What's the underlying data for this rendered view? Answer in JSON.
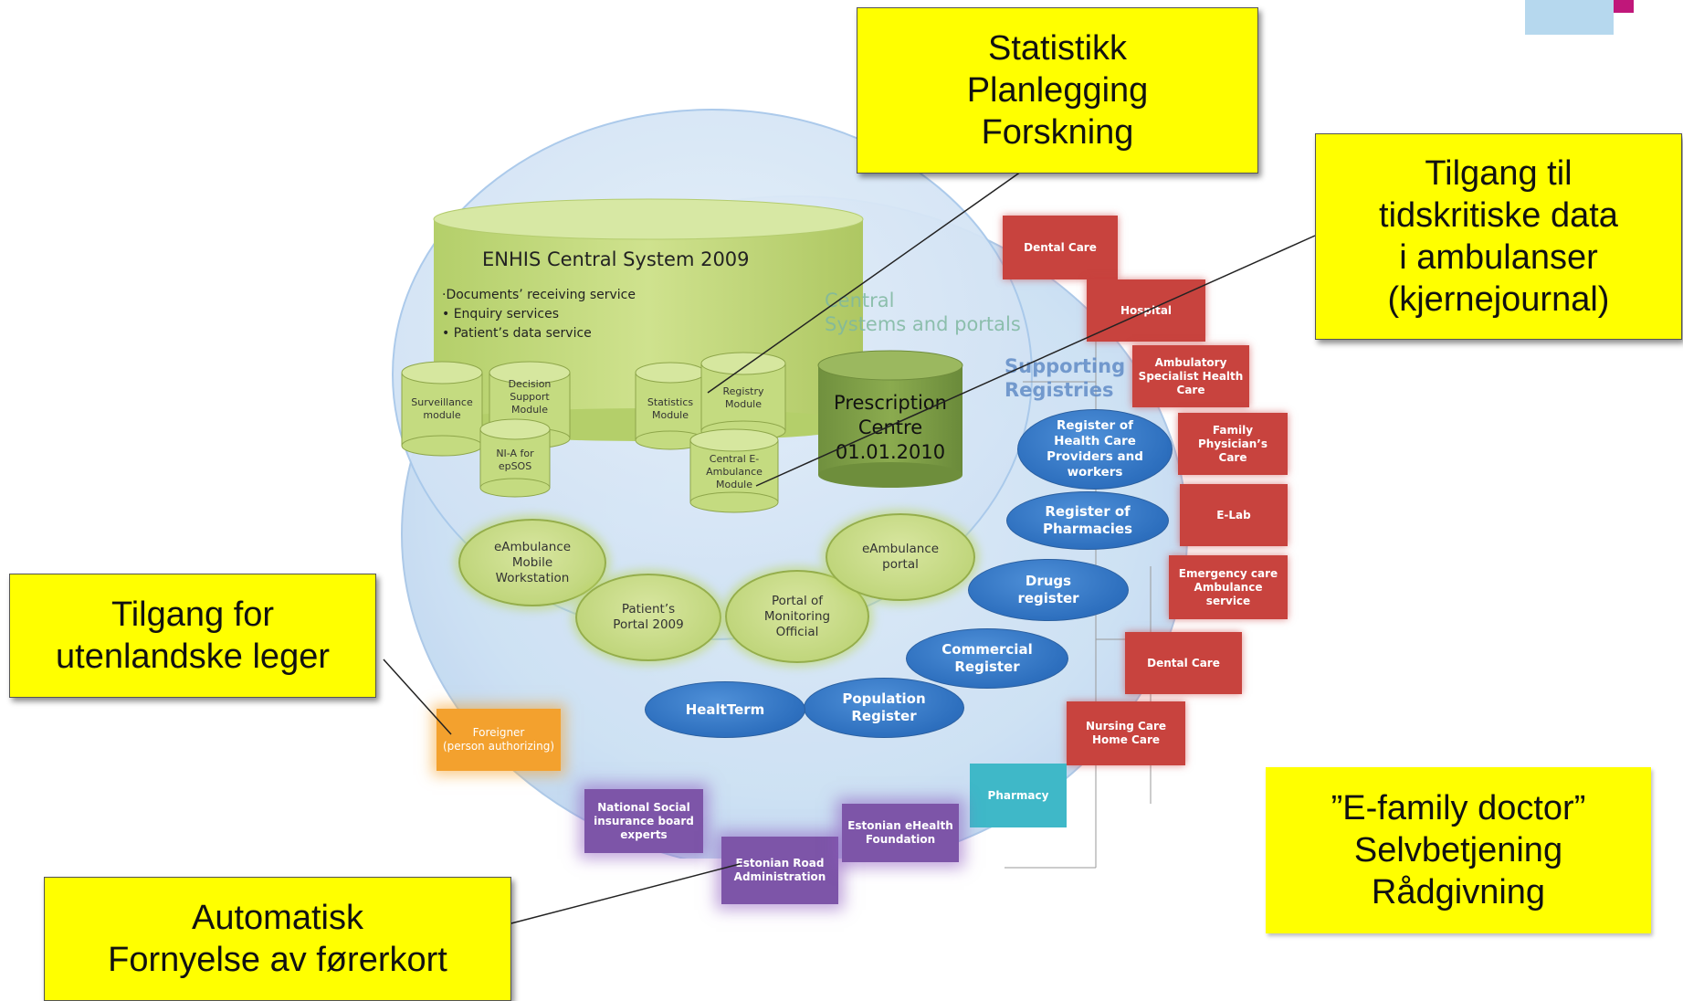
{
  "callouts": {
    "statistikk": [
      "Statistikk",
      "Planlegging",
      "Forskning"
    ],
    "tilgang_tid": [
      "Tilgang til",
      "tidskritiske data",
      "i ambulanser",
      "(kjernejournal)"
    ],
    "tilgang_leger": [
      "Tilgang for",
      "utenlandske leger"
    ],
    "automatisk": [
      "Automatisk",
      "Fornyelse av førerkort"
    ],
    "efamily": [
      "”E-family doctor”",
      "Selvbetjening",
      "Rådgivning"
    ]
  },
  "enhis": {
    "title": "ENHIS Central System 2009",
    "services": [
      "·Documents’ receiving service",
      "• Enquiry services",
      "• Patient’s data service"
    ]
  },
  "modules": {
    "surveillance": [
      "Surveillance",
      "module"
    ],
    "decision": [
      "Decision",
      "Support",
      "Module"
    ],
    "nia": [
      "NI-A for",
      "epSOS"
    ],
    "statistics": [
      "Statistics",
      "Module"
    ],
    "registry": [
      "Registry",
      "Module"
    ],
    "eambulance_module": [
      "Central E-",
      "Ambulance",
      "Module"
    ]
  },
  "prescription": [
    "Prescription",
    "Centre",
    "01.01.2010"
  ],
  "labels": {
    "central": [
      "Central",
      "Systems and portals"
    ],
    "supporting": [
      "Supporting",
      "Registries"
    ]
  },
  "portals": {
    "mobile": [
      "eAmbulance",
      "Mobile",
      "Workstation"
    ],
    "patient": [
      "Patient’s",
      "Portal 2009"
    ],
    "monitoring": [
      "Portal of",
      "Monitoring",
      "Official"
    ],
    "eamb_portal": [
      "eAmbulance",
      "portal"
    ]
  },
  "registries": {
    "providers": [
      "Register of",
      "Health Care",
      "Providers and",
      "workers"
    ],
    "pharmacies": [
      "Register of",
      "Pharmacies"
    ],
    "drugs": [
      "Drugs",
      "register"
    ],
    "commercial": [
      "Commercial",
      "Register"
    ],
    "population": [
      "Population",
      "Register"
    ],
    "healtterm": [
      "HealtTerm"
    ]
  },
  "providers": {
    "dental1": [
      "Dental Care"
    ],
    "hospital": [
      "Hospital"
    ],
    "ambulatory": [
      "Ambulatory",
      "Specialist Health",
      "Care"
    ],
    "family": [
      "Family Physician’s",
      "Care"
    ],
    "elab": [
      "E-Lab"
    ],
    "emergency": [
      "Emergency care",
      "Ambulance",
      "service"
    ],
    "dental2": [
      "Dental Care"
    ],
    "nursing": [
      "Nursing Care",
      "Home Care"
    ],
    "pharmacy": [
      "Pharmacy"
    ]
  },
  "users": {
    "foreigner": [
      "Foreigner",
      "(person authorizing)"
    ],
    "nsib": [
      "National Social",
      "insurance board",
      "experts"
    ],
    "road": [
      "Estonian Road",
      "Administration"
    ],
    "ehealth": [
      "Estonian eHealth",
      "Foundation"
    ]
  },
  "colors": {
    "callout": "#ffff00",
    "provider_red": "#c8433e",
    "user_purple": "#7d55a8",
    "foreigner_orange": "#f3a12e",
    "pharmacy_cyan": "#3fb8c8",
    "registry_blue": "#2d6fbe",
    "portal_green": "#bfd57a",
    "logo_magenta": "#c0177a",
    "logo_lightblue": "#b6d8ee"
  }
}
